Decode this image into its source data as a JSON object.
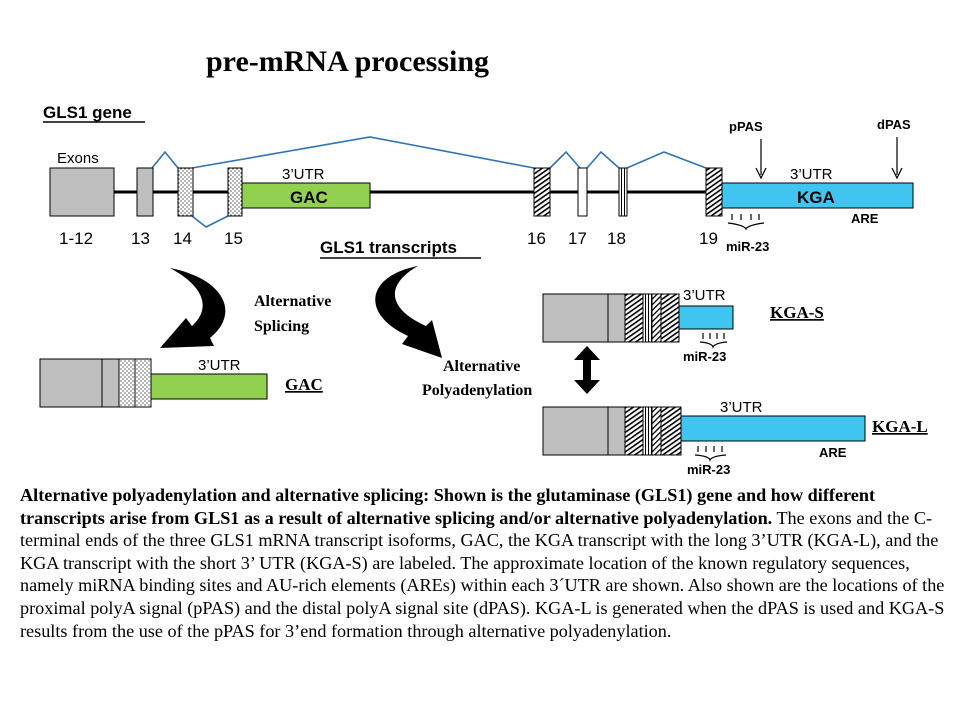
{
  "title": "pre-mRNA processing",
  "gene": {
    "label": "GLS1 gene",
    "exons_label": "Exons",
    "exon_numbers": [
      "1-12",
      "13",
      "14",
      "15",
      "16",
      "17",
      "18",
      "19"
    ],
    "gac_utr_label": "3’UTR",
    "gac_label": "GAC",
    "kga_utr_label": "3’UTR",
    "kga_label": "KGA",
    "ppas_label": "pPAS",
    "dpas_label": "dPAS",
    "are_label": "ARE",
    "mir_label": "miR-23"
  },
  "transcripts": {
    "label": "GLS1 transcripts",
    "splicing_label": [
      "Alternative",
      "Splicing"
    ],
    "polyadenylation_label": [
      "Alternative",
      "Polyadenylation"
    ],
    "gac": {
      "utr": "3’UTR",
      "name": "GAC"
    },
    "kga_s": {
      "utr": "3’UTR",
      "name": "KGA-S",
      "mir": "miR-23"
    },
    "kga_l": {
      "utr": "3’UTR",
      "name": "KGA-L",
      "mir": "miR-23",
      "are": "ARE"
    }
  },
  "colors": {
    "exon_gray": "#bfbfbf",
    "gac_green": "#92d050",
    "kga_blue": "#3fc5f0",
    "splice_line": "#2e75b6"
  },
  "caption": {
    "bold": "Alternative polyadenylation and alternative splicing: Shown is the glutaminase (GLS1) gene and how different transcripts arise from GLS1 as a result of alternative splicing and/or alternative polyadenylation.",
    "normal": " The exons and the C-terminal ends of the three GLS1 mRNA transcript isoforms, GAC, the KGA transcript with the long 3’UTR (KGA-L), and the KGA transcript with the short 3’ UTR (KGA-S) are labeled. The approximate location of the known regulatory sequences, namely miRNA binding sites and AU-rich elements (AREs) within each 3´UTR are shown. Also shown are the locations of the proximal polyA signal (pPAS) and the distal polyA signal site (dPAS).  KGA-L is generated when the dPAS is used and KGA-S results from the use of the pPAS for 3’end formation through alternative polyadenylation."
  }
}
